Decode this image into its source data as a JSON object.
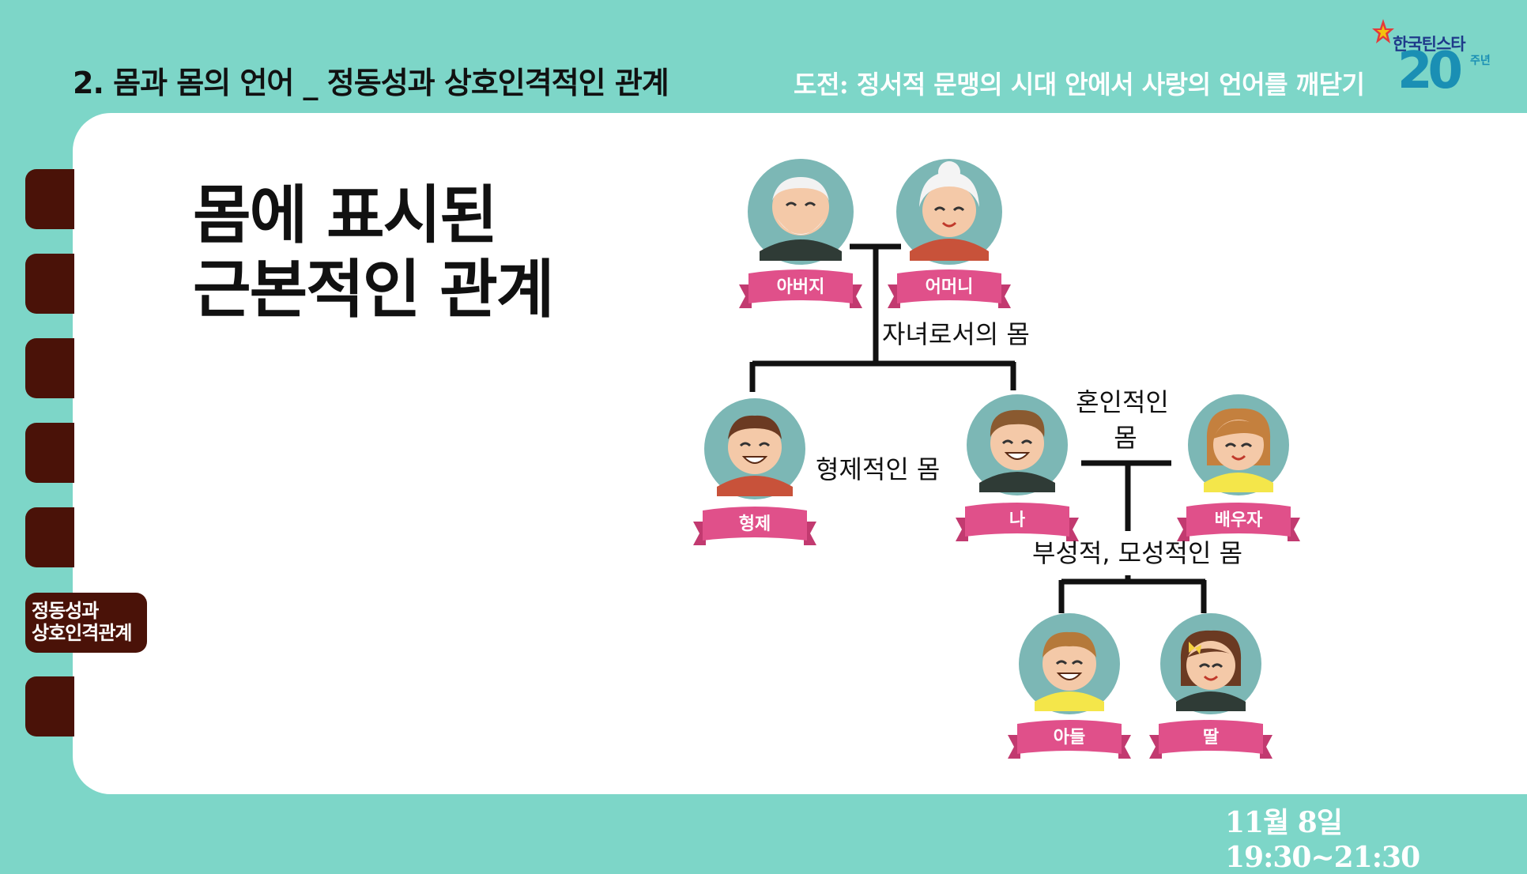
{
  "header": {
    "title": "2. 몸과 몸의 언어 _ 정동성과 상호인격적인 관계",
    "subtitle": "도전: 정서적 문맹의 시대 안에서 사랑의 언어를 깨닫기"
  },
  "logo": {
    "text": "한국틴스타",
    "number": "20",
    "suffix": "주년"
  },
  "sidebar": {
    "active_label_line1": "정동성과",
    "active_label_line2": "상호인격관계"
  },
  "main": {
    "heading_line1": "몸에 표시된",
    "heading_line2": "근본적인 관계"
  },
  "diagram": {
    "people": {
      "father": "아버지",
      "mother": "어머니",
      "sibling": "형제",
      "me": "나",
      "spouse": "배우자",
      "son": "아들",
      "daughter": "딸"
    },
    "relations": {
      "child_body": "자녀로서의 몸",
      "sibling_body": "형제적인 몸",
      "marital_body_line1": "혼인적인",
      "marital_body_line2": "몸",
      "parental_body": "부성적, 모성적인 몸"
    }
  },
  "colors": {
    "background": "#7dd6c8",
    "panel": "#ffffff",
    "tab": "#4a1208",
    "ribbon": "#e0508a",
    "avatar_circle": "#7cb7b5"
  },
  "footer": {
    "date": "11월 8일 19:30~21:30"
  }
}
